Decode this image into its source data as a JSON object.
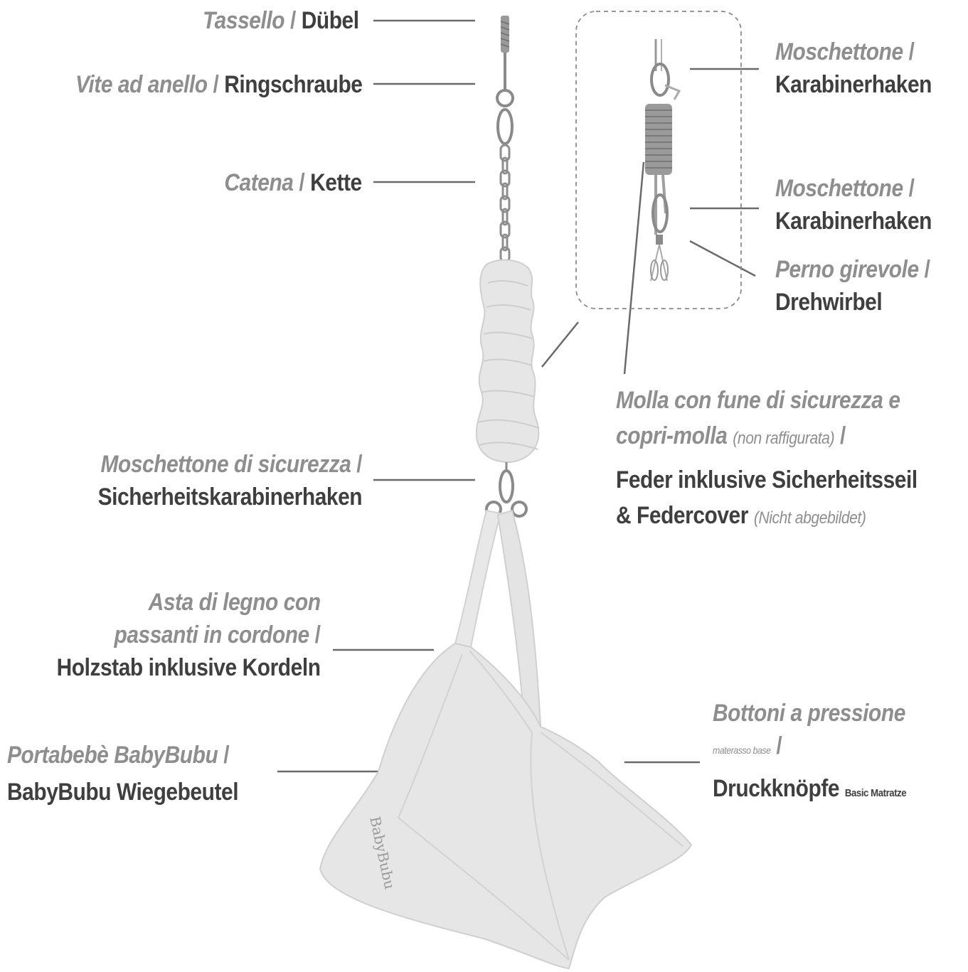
{
  "labels": {
    "dowel": {
      "it": "Tassello",
      "sep": "/",
      "de": "Dübel"
    },
    "eye_screw": {
      "it": "Vite ad anello",
      "sep": "/",
      "de": "Ringschraube"
    },
    "chain": {
      "it": "Catena",
      "sep": "/",
      "de": "Kette"
    },
    "safety_carabiner": {
      "it": "Moschettone di sicurezza",
      "sep": "/",
      "de": "Sicherheitskarabinerhaken"
    },
    "wooden_rod": {
      "it_line1": "Asta di legno con",
      "it_line2": "passanti in cordone",
      "sep": "/",
      "de": "Holzstab inklusive Kordeln"
    },
    "baby_bag": {
      "it": "Portabebè BabyBubu",
      "sep": "/",
      "de": "BabyBubu Wiegebeutel"
    },
    "carabiner_top": {
      "it": "Moschettone",
      "sep": "/",
      "de": "Karabinerhaken"
    },
    "carabiner_bottom": {
      "it": "Moschettone",
      "sep": "/",
      "de": "Karabinerhaken"
    },
    "swivel": {
      "it": "Perno girevole",
      "sep": "/",
      "de": "Drehwirbel"
    },
    "spring": {
      "it_line1": "Molla con fune di sicurezza e",
      "it_line2": "copri-molla",
      "it_note": "(non raffigurata)",
      "sep": "/",
      "de_line1": "Feder inklusive Sicherheitsseil",
      "de_line2": "& Federcover",
      "de_note": "(Nicht abgebildet)"
    },
    "snaps": {
      "it": "Bottoni a pressione",
      "it_small": "materasso base",
      "sep": "/",
      "de": "Druckknöpfe",
      "de_small": "Basic Matratze"
    }
  },
  "colors": {
    "italian_text": "#8e8e8e",
    "german_text": "#3f3f3f",
    "leader_line": "#6a6a6a",
    "fabric": "#e4e4e4",
    "metal": "#9a9a9a"
  }
}
